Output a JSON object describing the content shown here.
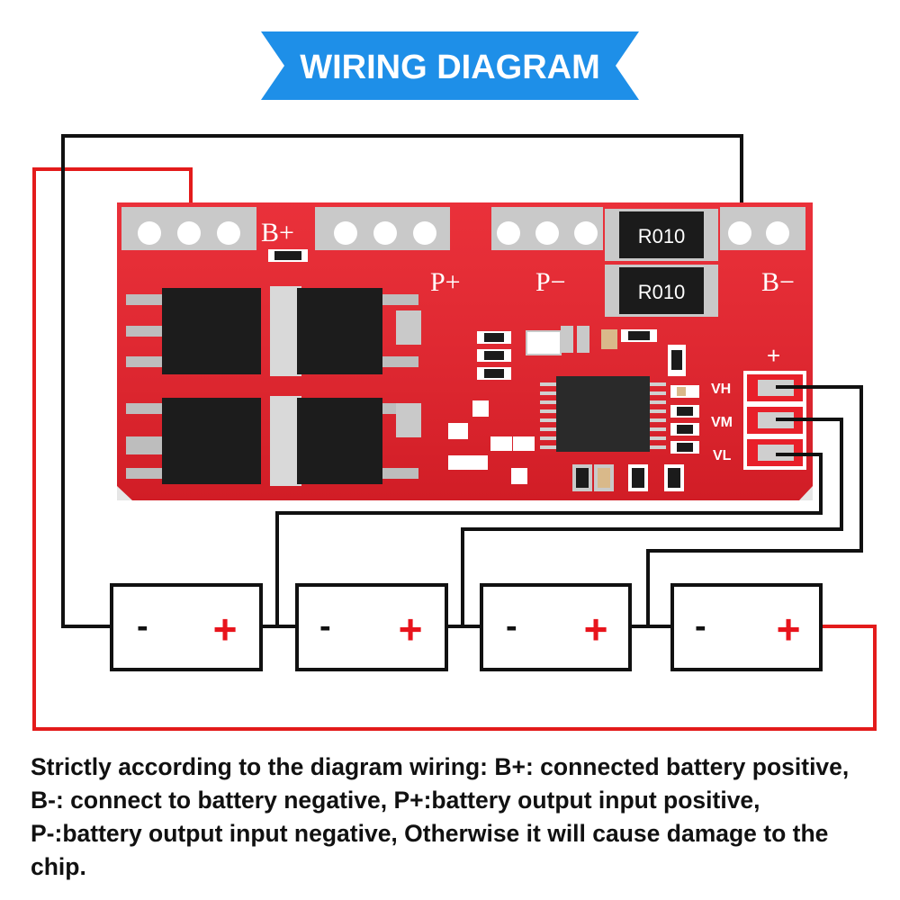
{
  "banner": {
    "title": "WIRING DIAGRAM",
    "color": "#1e8fe8"
  },
  "board": {
    "color": "#e8202a",
    "pads": {
      "b_plus": "B+",
      "p_plus": "P+",
      "p_minus": "P−",
      "b_minus": "B−"
    },
    "resistors": [
      "R010",
      "R010"
    ],
    "sense_pins": {
      "plus": "+",
      "vh": "VH",
      "vm": "VM",
      "vl": "VL"
    }
  },
  "cells": [
    {
      "minus": "-",
      "plus": "+"
    },
    {
      "minus": "-",
      "plus": "+"
    },
    {
      "minus": "-",
      "plus": "+"
    },
    {
      "minus": "-",
      "plus": "+"
    }
  ],
  "colors": {
    "positive_wire": "#e31b1b",
    "negative_wire": "#111111",
    "plus_sign": "#e8141c"
  },
  "note": "Strictly according to the diagram wiring: B+: connected battery positive, B-: connect to battery negative, P+:battery output input positive, P-:battery output input negative, Otherwise it will cause damage to the chip."
}
